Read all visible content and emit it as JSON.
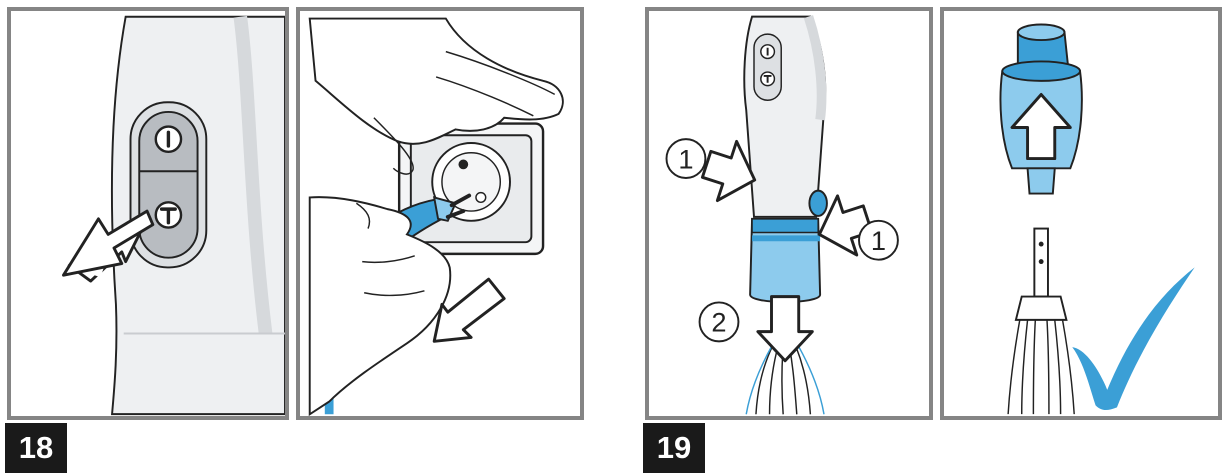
{
  "steps": [
    {
      "number": "18"
    },
    {
      "number": "19"
    }
  ],
  "callouts": {
    "press_left": "1",
    "press_right": "1",
    "pull_down": "2"
  },
  "colors": {
    "frame": "#858585",
    "badge_bg": "#1a1a1a",
    "accent_blue": "#3b9fd6",
    "light_blue": "#8dcbed",
    "body_grey": "#eef0f2",
    "outline": "#222222"
  },
  "icons": [
    "arrow-left-icon",
    "arrow-down-left-icon",
    "arrow-right-icon",
    "arrow-left-icon",
    "arrow-down-icon",
    "arrow-up-icon",
    "checkmark-icon",
    "power-on-icon",
    "turbo-icon"
  ]
}
